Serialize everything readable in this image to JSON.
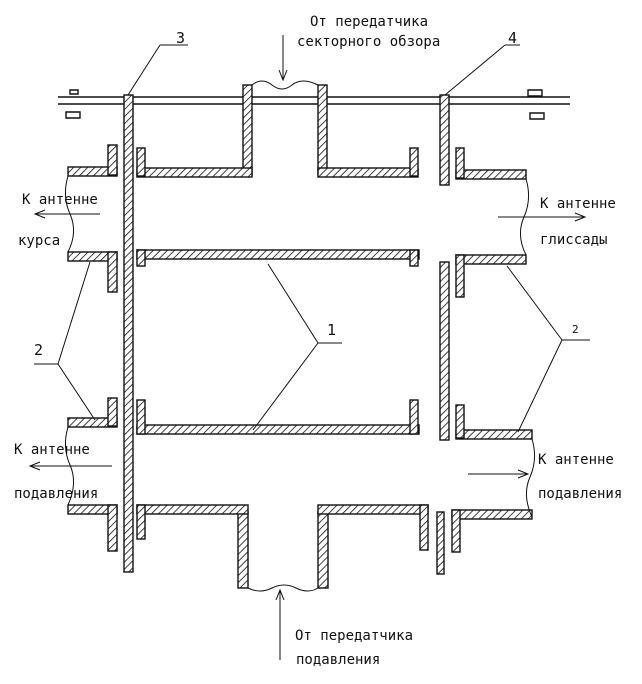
{
  "labels": {
    "top_source_line1": "От передатчика",
    "top_source_line2": "секторного обзора",
    "bottom_source_line1": "От передатчика",
    "bottom_source_line2": "подавления",
    "left_top_line1": "К антенне",
    "left_top_line2": "курса",
    "right_top_line1": "К антенне",
    "right_top_line2": "глиссады",
    "left_bottom_line1": "К антенне",
    "left_bottom_line2": "подавления",
    "right_bottom_line1": "К антенне",
    "right_bottom_line2": "подавления"
  },
  "callouts": {
    "n1": "1",
    "n2_left": "2",
    "n2_right": "2",
    "n3": "3",
    "n4": "4"
  }
}
